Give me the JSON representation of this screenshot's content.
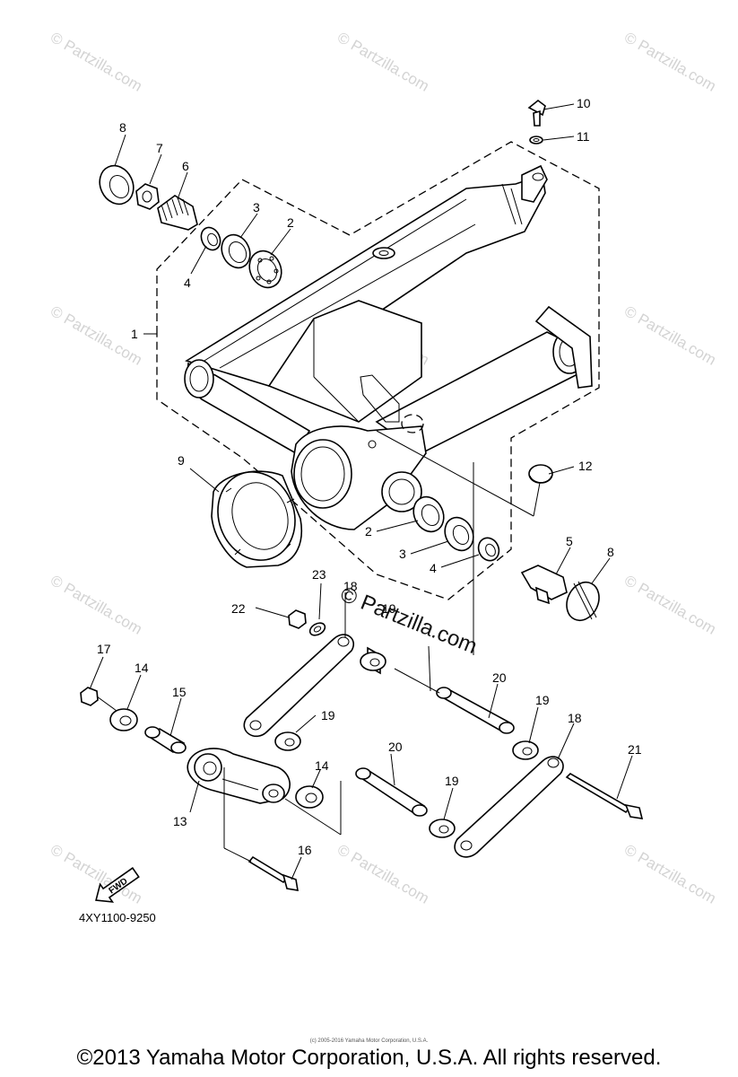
{
  "watermark": {
    "tile_text": "© Partzilla.com",
    "center_text": "© Partzilla.com"
  },
  "diagram": {
    "code": "4XY1100-9250",
    "fwd_label": "FWD",
    "callouts": {
      "c1": "1",
      "c2a": "2",
      "c3a": "3",
      "c4a": "4",
      "c6": "6",
      "c7": "7",
      "c8a": "8",
      "c10": "10",
      "c11": "11",
      "c9": "9",
      "c12": "12",
      "c2b": "2",
      "c3b": "3",
      "c4b": "4",
      "c5": "5",
      "c8b": "8",
      "c23": "23",
      "c18a": "18",
      "c22": "22",
      "c20a": "20",
      "c17": "17",
      "c14a": "14",
      "c15": "15",
      "c19a": "19",
      "c19b": "19",
      "c20b": "20",
      "c18b": "18",
      "c14b": "14",
      "c13": "13",
      "c19c": "19",
      "c21": "21",
      "c16": "16"
    }
  },
  "footer": {
    "small_copyright": "(c) 2005-2016 Yamaha Motor Corporation, U.S.A.",
    "copyright": "©2013 Yamaha Motor Corporation, U.S.A. All rights reserved."
  }
}
